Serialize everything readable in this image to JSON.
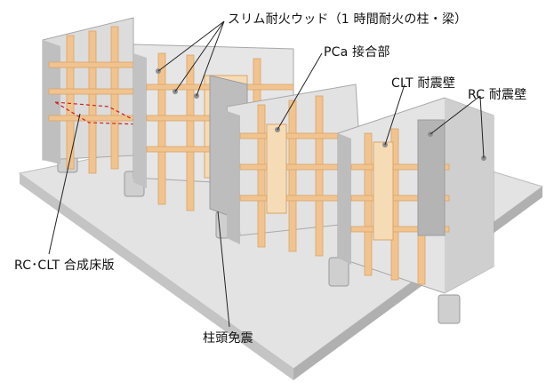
{
  "labels": {
    "slim_wood": "スリム耐火ウッド（1 時間耐火の柱・梁）",
    "pca_joint": "PCa 接合部",
    "clt_wall": "CLT 耐震壁",
    "rc_wall": "RC 耐震壁",
    "rc_clt_slab": "RC･CLT 合成床版",
    "base_isolation": "柱頭免震"
  },
  "colors": {
    "wood_beam": "#f1c48f",
    "wood_beam_dark": "#d9a468",
    "clt_panel": "#f6dcb6",
    "concrete": "#c9c9c9",
    "concrete_dark": "#a9a9a9",
    "rc_wall": "#b8b8b8",
    "slab_outline": "#cc2222",
    "leader": "#222222"
  }
}
